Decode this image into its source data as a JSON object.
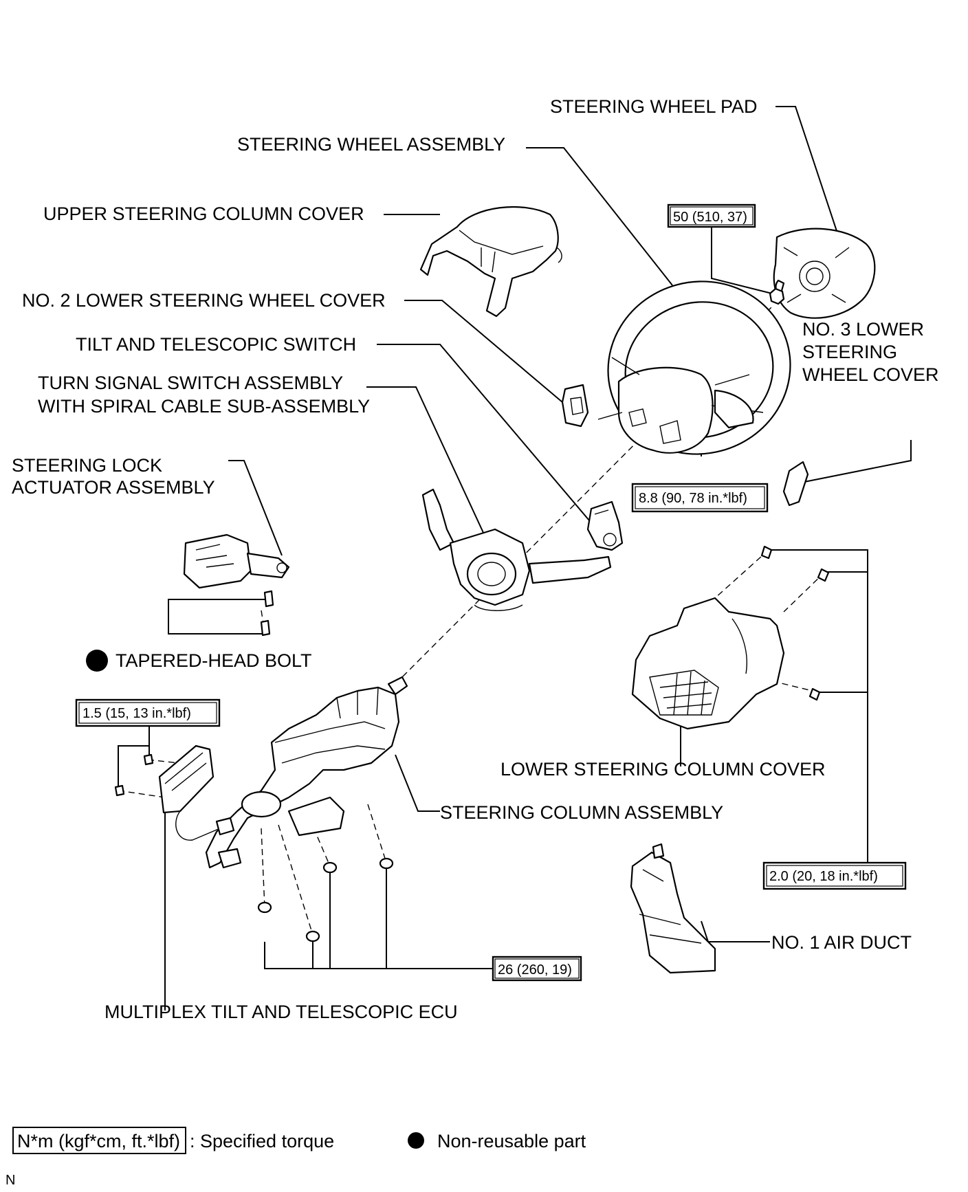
{
  "labels": {
    "steering_wheel_pad": "STEERING WHEEL PAD",
    "steering_wheel_assembly": "STEERING WHEEL ASSEMBLY",
    "upper_steering_column_cover": "UPPER STEERING COLUMN COVER",
    "no2_lower_steering_wheel_cover": "NO. 2 LOWER STEERING WHEEL COVER",
    "tilt_and_telescopic_switch": "TILT AND TELESCOPIC SWITCH",
    "turn_signal_line1": "TURN SIGNAL SWITCH ASSEMBLY",
    "turn_signal_line2": "WITH SPIRAL CABLE SUB-ASSEMBLY",
    "steering_lock_line1": "STEERING LOCK",
    "steering_lock_line2": "ACTUATOR ASSEMBLY",
    "no3_lower_line1": "NO. 3 LOWER",
    "no3_lower_line2": "STEERING",
    "no3_lower_line3": "WHEEL COVER",
    "tapered_head_bolt": "TAPERED-HEAD BOLT",
    "lower_steering_column_cover": "LOWER STEERING COLUMN COVER",
    "steering_column_assembly": "STEERING COLUMN ASSEMBLY",
    "no1_air_duct": "NO. 1 AIR DUCT",
    "multiplex_ecu": "MULTIPLEX TILT AND TELESCOPIC ECU"
  },
  "torques": {
    "pad_nut": "50 (510, 37)",
    "wheel_screws": "8.8 (90, 78 in.*lbf)",
    "ecu_bolts": "1.5 (15, 13 in.*lbf)",
    "lower_cover_screws": "2.0 (20, 18 in.*lbf)",
    "column_nuts": "26 (260, 19)"
  },
  "legend": {
    "torque_unit": "N*m (kgf*cm, ft.*lbf)",
    "torque_desc": ": Specified torque",
    "nonreusable_desc": "Non-reusable part"
  },
  "corner_mark": "N"
}
